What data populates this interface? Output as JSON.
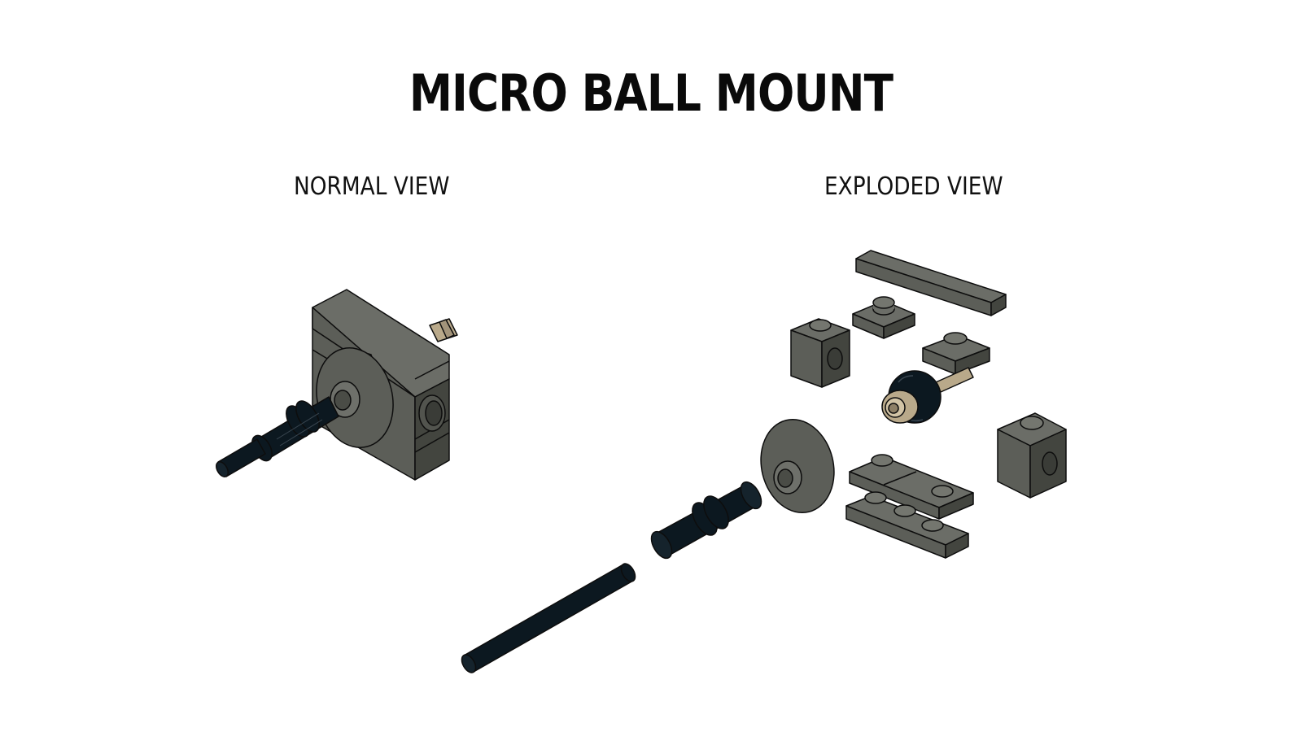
{
  "title": "MICRO BALL MOUNT",
  "views": {
    "normal_label": "NORMAL VIEW",
    "exploded_label": "EXPLODED VIEW"
  },
  "colors": {
    "brick_dark": "#4a4c46",
    "brick_mid": "#5c5e58",
    "brick_light": "#6b6d67",
    "black_part": "#0c1820",
    "tan_part": "#b9a98a",
    "outline": "#0d0d0d"
  }
}
